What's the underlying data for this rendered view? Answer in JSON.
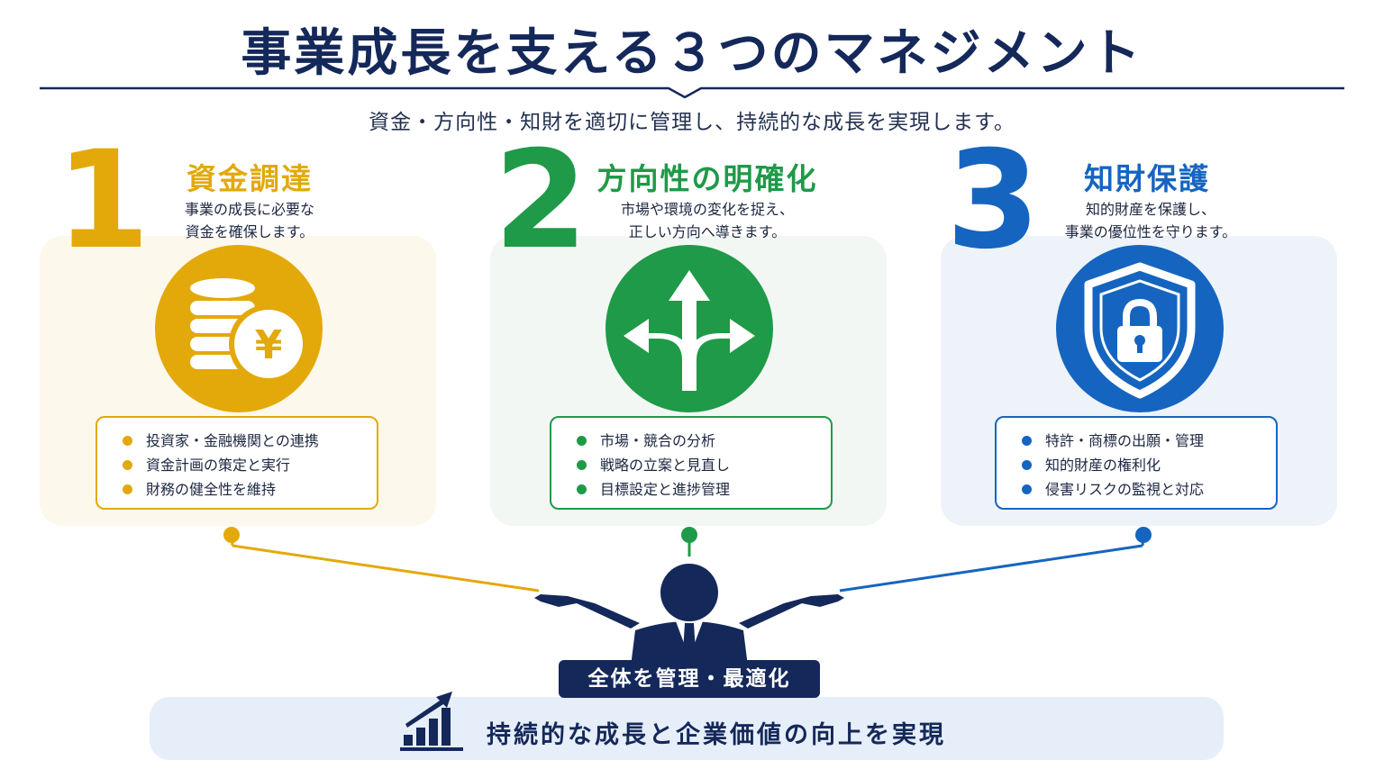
{
  "title": "事業成長を支える３つのマネジメント",
  "subtitle": "資金・方向性・知財を適切に管理し、持続的な成長を実現します。",
  "colors": {
    "navy": "#14285a",
    "gold": "#e3a90a",
    "green": "#1f9a48",
    "blue": "#1565c0"
  },
  "pillars": [
    {
      "number": "1",
      "heading": "資金調達",
      "desc_line1": "事業の成長に必要な",
      "desc_line2": "資金を確保します。",
      "icon": "coins-yen-icon",
      "items": [
        "投資家・金融機関との連携",
        "資金計画の策定と実行",
        "財務の健全性を維持"
      ]
    },
    {
      "number": "2",
      "heading": "方向性の明確化",
      "desc_line1": "市場や環境の変化を捉え、",
      "desc_line2": "正しい方向へ導きます。",
      "icon": "direction-arrows-icon",
      "items": [
        "市場・競合の分析",
        "戦略の立案と見直し",
        "目標設定と進捗管理"
      ]
    },
    {
      "number": "3",
      "heading": "知財保護",
      "desc_line1": "知的財産を保護し、",
      "desc_line2": "事業の優位性を守ります。",
      "icon": "shield-lock-icon",
      "items": [
        "特許・商標の出願・管理",
        "知的財産の権利化",
        "侵害リスクの監視と対応"
      ]
    }
  ],
  "manager_label": "全体を管理・最適化",
  "bottom_text": "持続的な成長と企業価値の向上を実現"
}
